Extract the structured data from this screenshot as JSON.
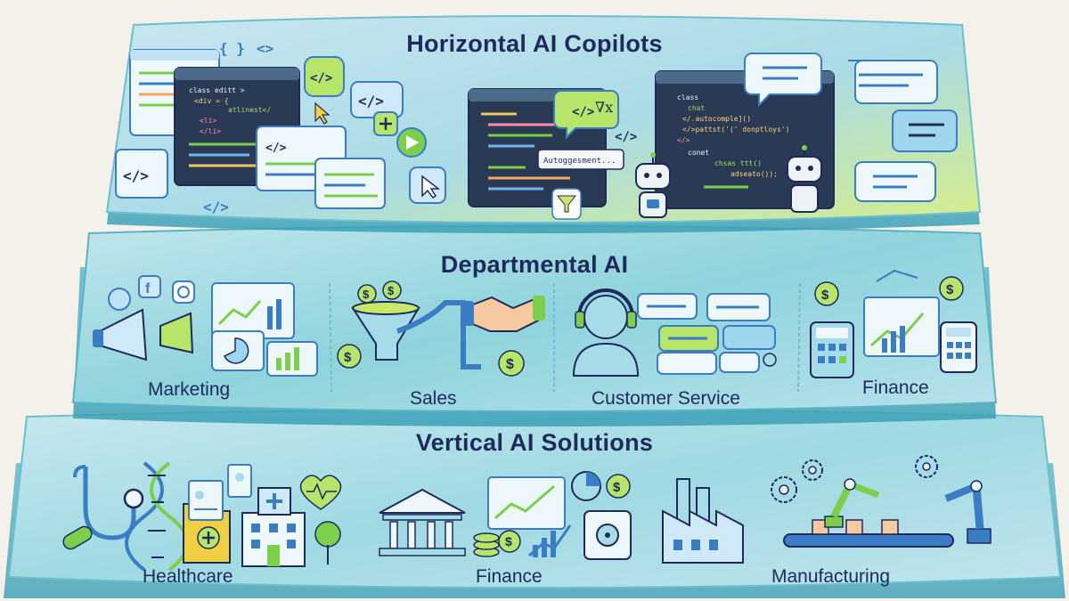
{
  "tiers": {
    "horizontal": {
      "title": "Horizontal AI Copilots",
      "code_left": [
        "class editt >",
        "<div = {",
        "atlinest</",
        "<li>",
        "</li>"
      ],
      "autosuggest": "Autoggesment...",
      "code_right": [
        "class",
        "chat",
        "</.autocomple]()",
        "</>pattst('(' donptloys')",
        "</>",
        "conet",
        "chsas  ttt()",
        "adseato());"
      ]
    },
    "departmental": {
      "title": "Departmental AI",
      "sections": [
        "Marketing",
        "Sales",
        "Customer Service",
        "Finance"
      ]
    },
    "vertical": {
      "title": "Vertical AI Solutions",
      "sections": [
        "Healthcare",
        "Finance",
        "Manufacturing"
      ]
    }
  },
  "palette": {
    "navy": "#1e2a5c",
    "teal": "#5bc4d2",
    "lime": "#c8e86a",
    "blue": "#3a7dc4",
    "green": "#7ccf4a",
    "cream": "#f4f1ea"
  },
  "icons": [
    "code-window-icon",
    "chat-bubble-icon",
    "robot-icon",
    "megaphone-icon",
    "funnel-icon",
    "handshake-icon",
    "headset-agent-icon",
    "calculator-icon",
    "stethoscope-icon",
    "dna-icon",
    "hospital-icon",
    "bank-icon",
    "safe-icon",
    "gear-icon",
    "robot-arm-icon",
    "factory-icon"
  ]
}
